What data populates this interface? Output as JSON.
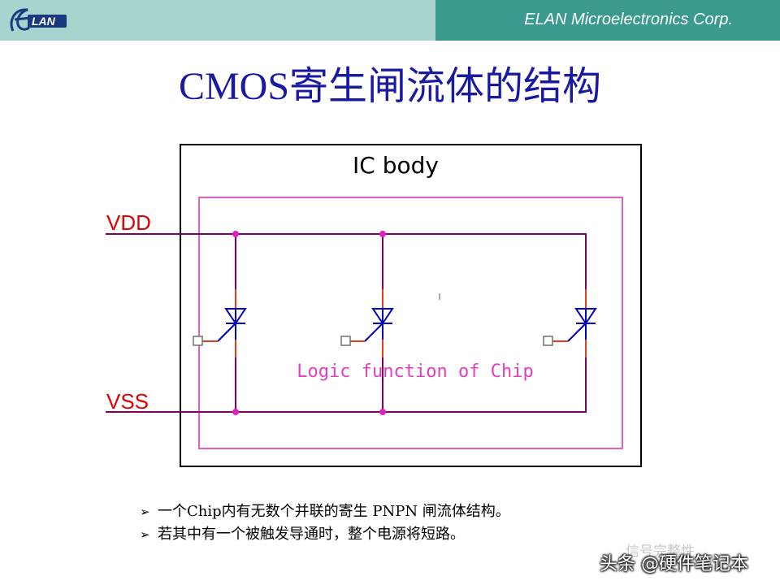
{
  "header": {
    "logo_text": "LAN",
    "company": "ELAN Microelectronics Corp."
  },
  "title": "CMOS寄生闸流体的结构",
  "diagram": {
    "outer_label": "IC body",
    "vdd_label": "VDD",
    "vss_label": "VSS",
    "inner_label": "Logic function of Chip",
    "colors": {
      "rail": "#800060",
      "inner_box": "#e060c0",
      "thyristor": "#0000c0",
      "lead": "#e04020",
      "node": "#e020c0",
      "label_red": "#e00000",
      "logic_text": "#e040c0"
    }
  },
  "bullets": [
    "一个Chip内有无数个并联的寄生 PNPN 闸流体结构。",
    "若其中有一个被触发导通时，整个电源将短路。"
  ],
  "bullet_symbol": "➢",
  "watermark": {
    "faint": "信号完整性",
    "main": "头条 @硬件笔记本"
  }
}
